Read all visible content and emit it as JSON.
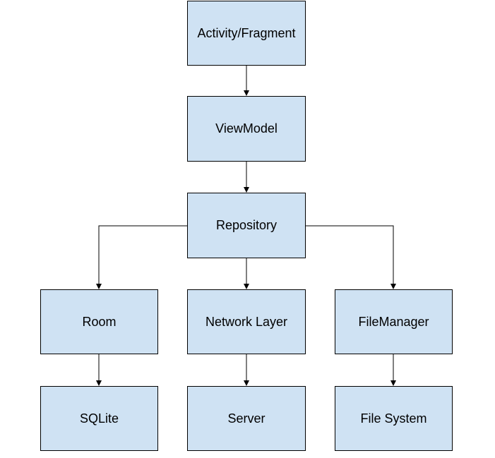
{
  "diagram": {
    "colors": {
      "node_fill": "#cfe2f3",
      "node_border": "#000000",
      "edge": "#000000"
    },
    "nodes": {
      "activity": "Activity/Fragment",
      "viewmodel": "ViewModel",
      "repository": "Repository",
      "room": "Room",
      "network": "Network Layer",
      "filemanager": "FileManager",
      "sqlite": "SQLite",
      "server": "Server",
      "filesystem": "File System"
    },
    "edges": [
      {
        "from": "activity",
        "to": "viewmodel"
      },
      {
        "from": "viewmodel",
        "to": "repository"
      },
      {
        "from": "repository",
        "to": "room"
      },
      {
        "from": "repository",
        "to": "network"
      },
      {
        "from": "repository",
        "to": "filemanager"
      },
      {
        "from": "room",
        "to": "sqlite"
      },
      {
        "from": "network",
        "to": "server"
      },
      {
        "from": "filemanager",
        "to": "filesystem"
      }
    ]
  }
}
